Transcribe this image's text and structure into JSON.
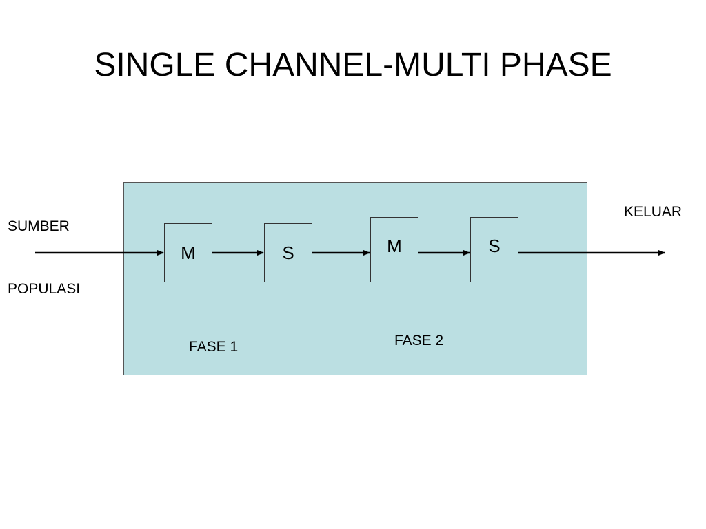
{
  "title": "SINGLE CHANNEL-MULTI PHASE",
  "source": {
    "line1": "SUMBER",
    "line2": "POPULASI"
  },
  "exit_label": "KELUAR",
  "phases": [
    {
      "label": "FASE 1",
      "stations": [
        {
          "letter": "M"
        },
        {
          "letter": "S"
        }
      ]
    },
    {
      "label": "FASE 2",
      "stations": [
        {
          "letter": "M"
        },
        {
          "letter": "S"
        }
      ]
    }
  ],
  "colors": {
    "system_fill": "#bbdfe2",
    "line": "#000000",
    "text": "#000000",
    "background": "#ffffff"
  }
}
